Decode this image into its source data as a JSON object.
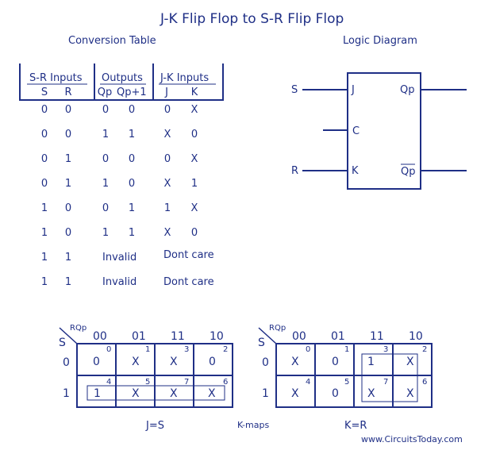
{
  "title": "J-K Flip Flop to S-R Flip Flop",
  "conversion_table": {
    "caption": "Conversion Table",
    "group_headers": [
      "S-R Inputs",
      "Outputs",
      "J-K Inputs"
    ],
    "column_headers": [
      "S",
      "R",
      "Qp",
      "Qp+1",
      "J",
      "K"
    ],
    "rows": [
      [
        "0",
        "0",
        "0",
        "0",
        "0",
        "X"
      ],
      [
        "0",
        "0",
        "1",
        "1",
        "X",
        "0"
      ],
      [
        "0",
        "1",
        "0",
        "0",
        "0",
        "X"
      ],
      [
        "0",
        "1",
        "1",
        "0",
        "X",
        "1"
      ],
      [
        "1",
        "0",
        "0",
        "1",
        "1",
        "X"
      ],
      [
        "1",
        "0",
        "1",
        "1",
        "X",
        "0"
      ],
      [
        "1",
        "1",
        "Invalid",
        "",
        "Dont care",
        ""
      ],
      [
        "1",
        "1",
        "Invalid",
        "",
        "Dont care",
        ""
      ]
    ]
  },
  "logic_diagram": {
    "caption": "Logic Diagram",
    "inputs": [
      "S",
      "R"
    ],
    "pins": [
      "J",
      "C",
      "K"
    ],
    "outputs": [
      "Qp",
      "Qp"
    ]
  },
  "kmaps": {
    "caption": "K-maps",
    "corner_top": "RQp",
    "corner_left": "S",
    "col_headers": [
      "00",
      "01",
      "11",
      "10"
    ],
    "row_headers": [
      "0",
      "1"
    ],
    "indices": [
      [
        "0",
        "1",
        "3",
        "2"
      ],
      [
        "4",
        "5",
        "7",
        "6"
      ]
    ],
    "maps": [
      {
        "label": "J=S",
        "values": [
          [
            "0",
            "X",
            "X",
            "0"
          ],
          [
            "1",
            "X",
            "X",
            "X"
          ]
        ]
      },
      {
        "label": "K=R",
        "values": [
          [
            "X",
            "0",
            "1",
            "X"
          ],
          [
            "X",
            "0",
            "X",
            "X"
          ]
        ]
      }
    ]
  },
  "footer": {
    "website": "www.CircuitsToday.com"
  }
}
